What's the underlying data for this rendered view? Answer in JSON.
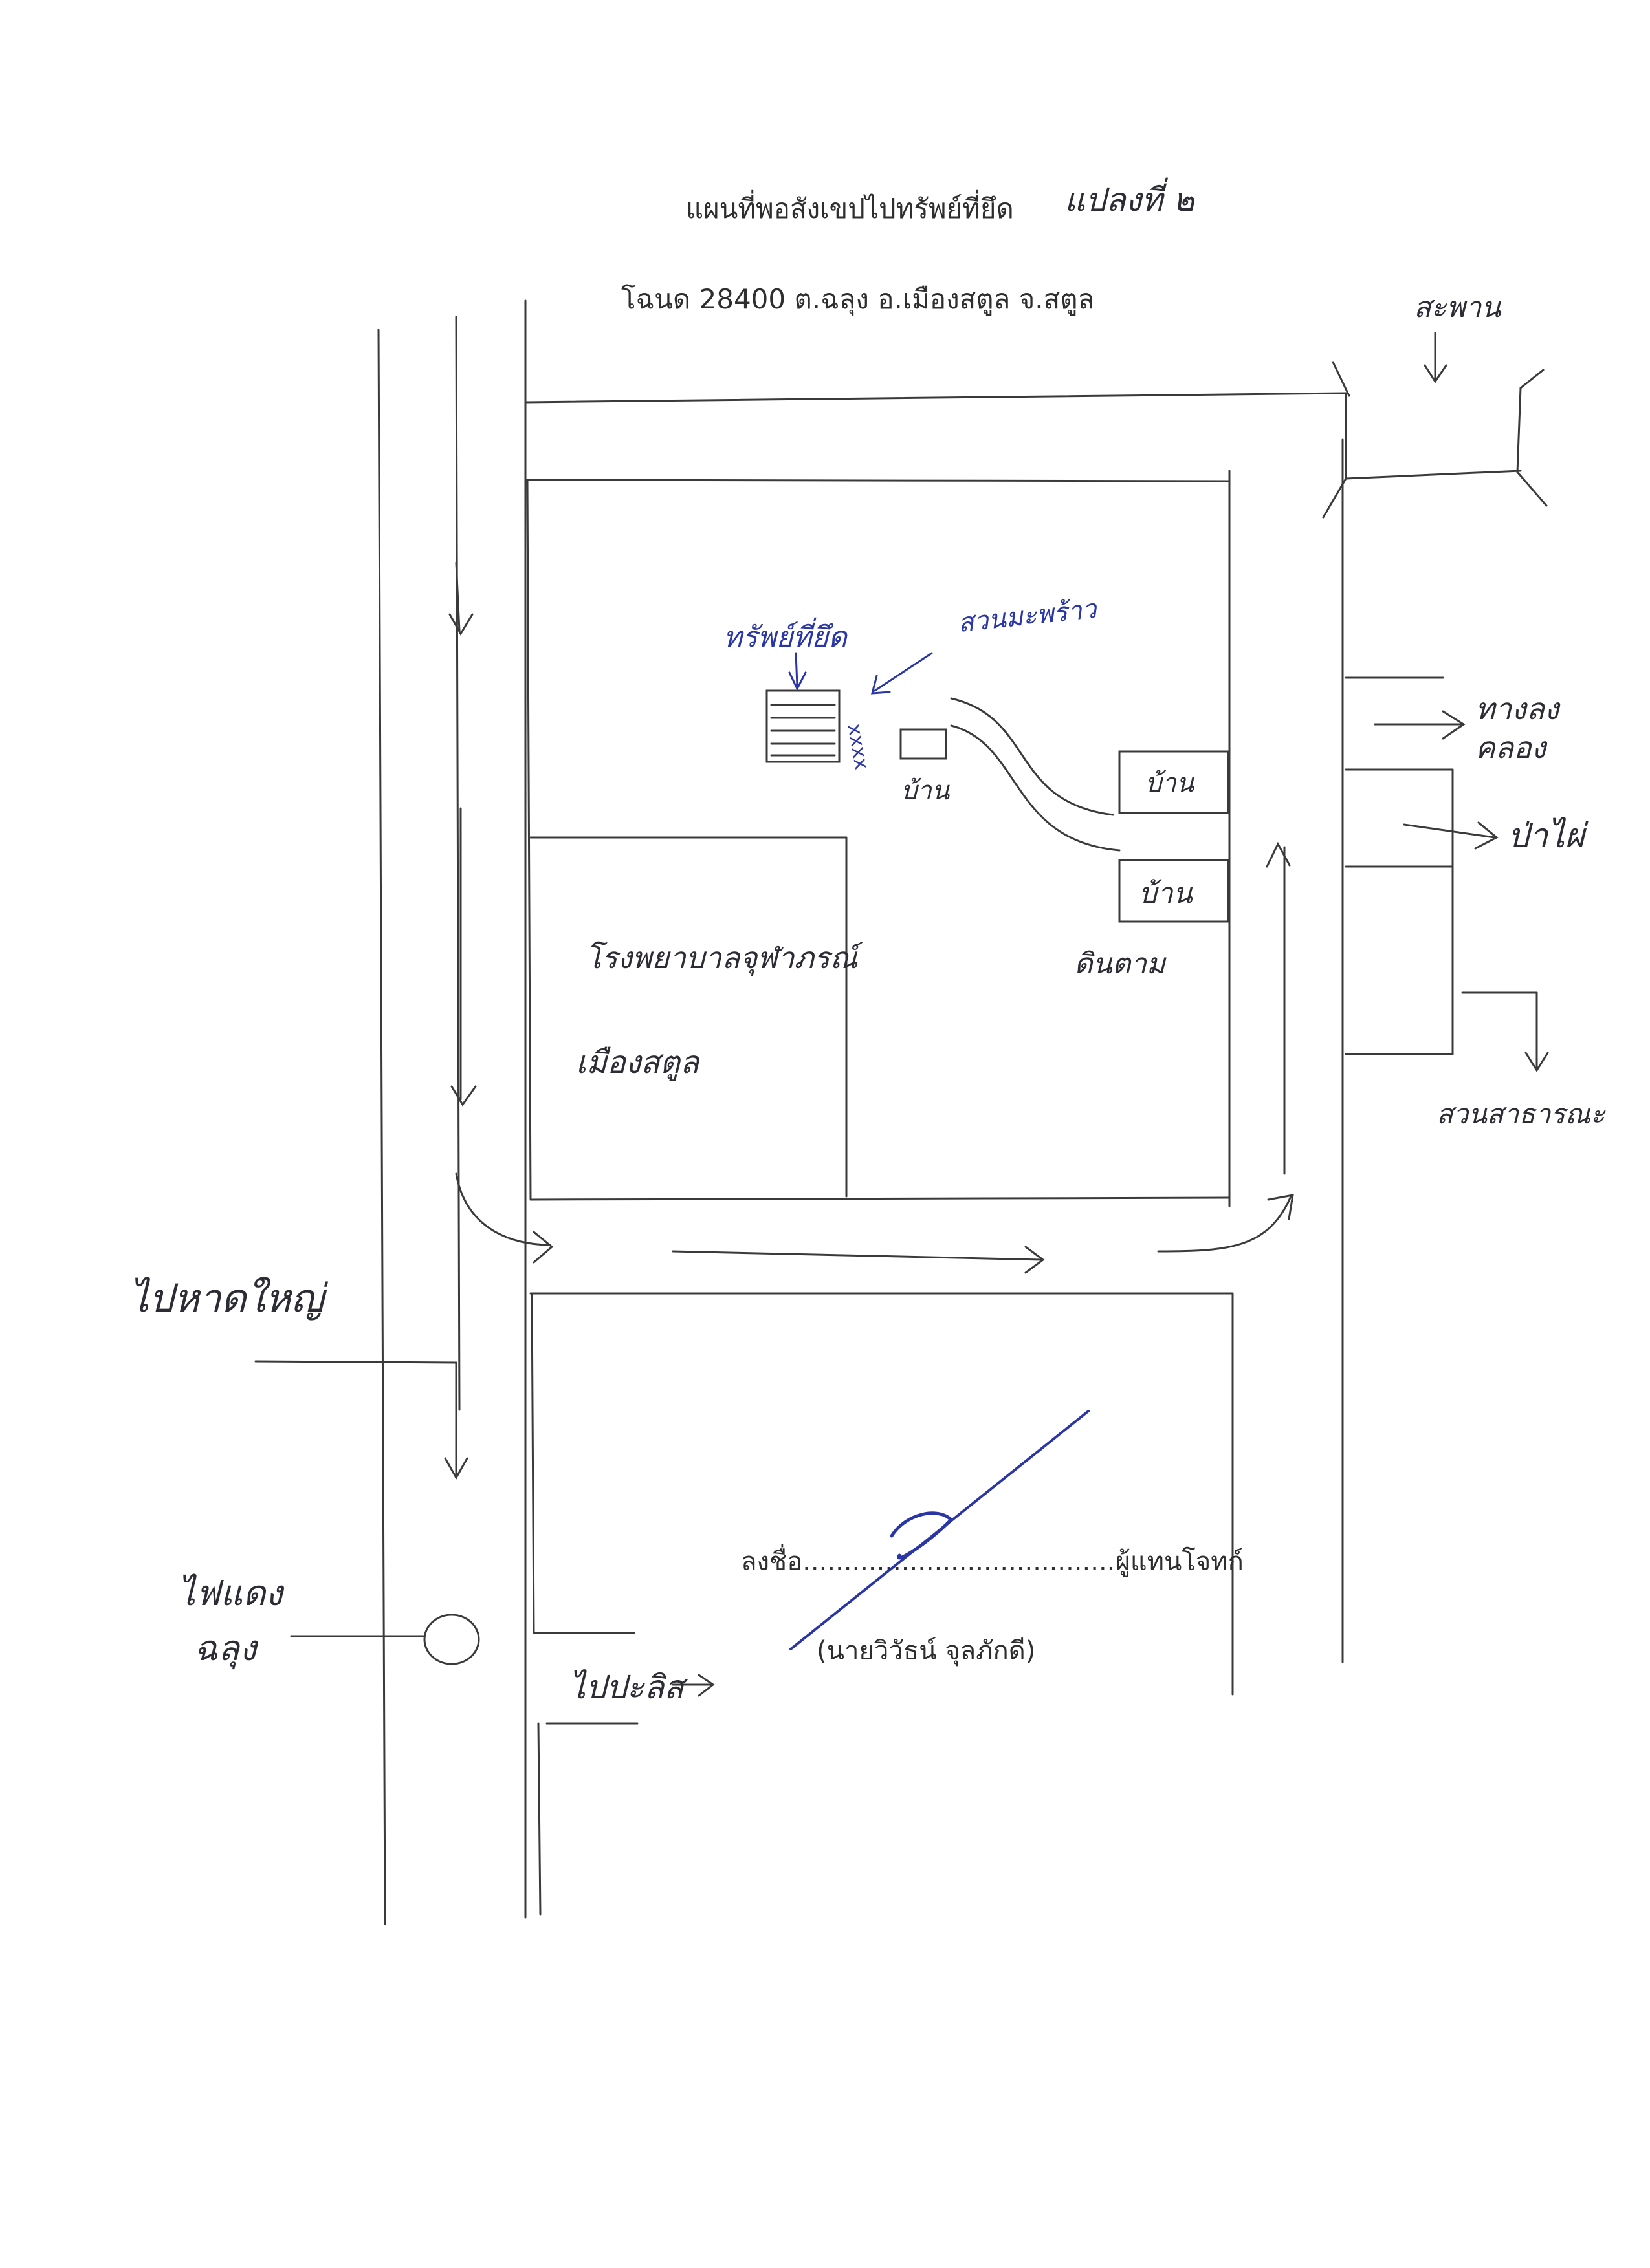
{
  "header": {
    "title": "แผนที่พอสังเขปไปทรัพย์ที่ยึด",
    "sheet_mark": "แปลงที่ ๒",
    "deed": "โฉนด 28400 ต.ฉลุง อ.เมืองสตูล จ.สตูล"
  },
  "map_labels": {
    "seized_property": "ทรัพย์ที่ยึด",
    "coconut_orchard": "สวนมะพร้าว",
    "house_1": "บ้าน",
    "house_2": "บ้าน",
    "house_3": "บ้าน",
    "hospital_line1": "โรงพยาบาลจุฬาภรณ์",
    "hospital_line2": "เมืองสตูล",
    "land_owner": "ดินตาม",
    "bridge": "สะพาน",
    "to_canal_line1": "ทางลง",
    "to_canal_line2": "คลอง",
    "bamboo_forest": "ป่าไผ่",
    "public_park": "สวนสาธารณะ",
    "to_hatyai": "ไปหาดใหญ่",
    "traffic_light_line1": "ไฟแดง",
    "traffic_light_line2": "ฉลุง",
    "to_perlis": "ไปปะลิส"
  },
  "signature": {
    "line": "ลงชื่อ......................................ผู้แทนโจทก์",
    "name": "(นายวิวัธน์ จุลภักดี)"
  },
  "colors": {
    "pencil": "#3a3a3a",
    "ink_blue": "#2a35a6"
  }
}
